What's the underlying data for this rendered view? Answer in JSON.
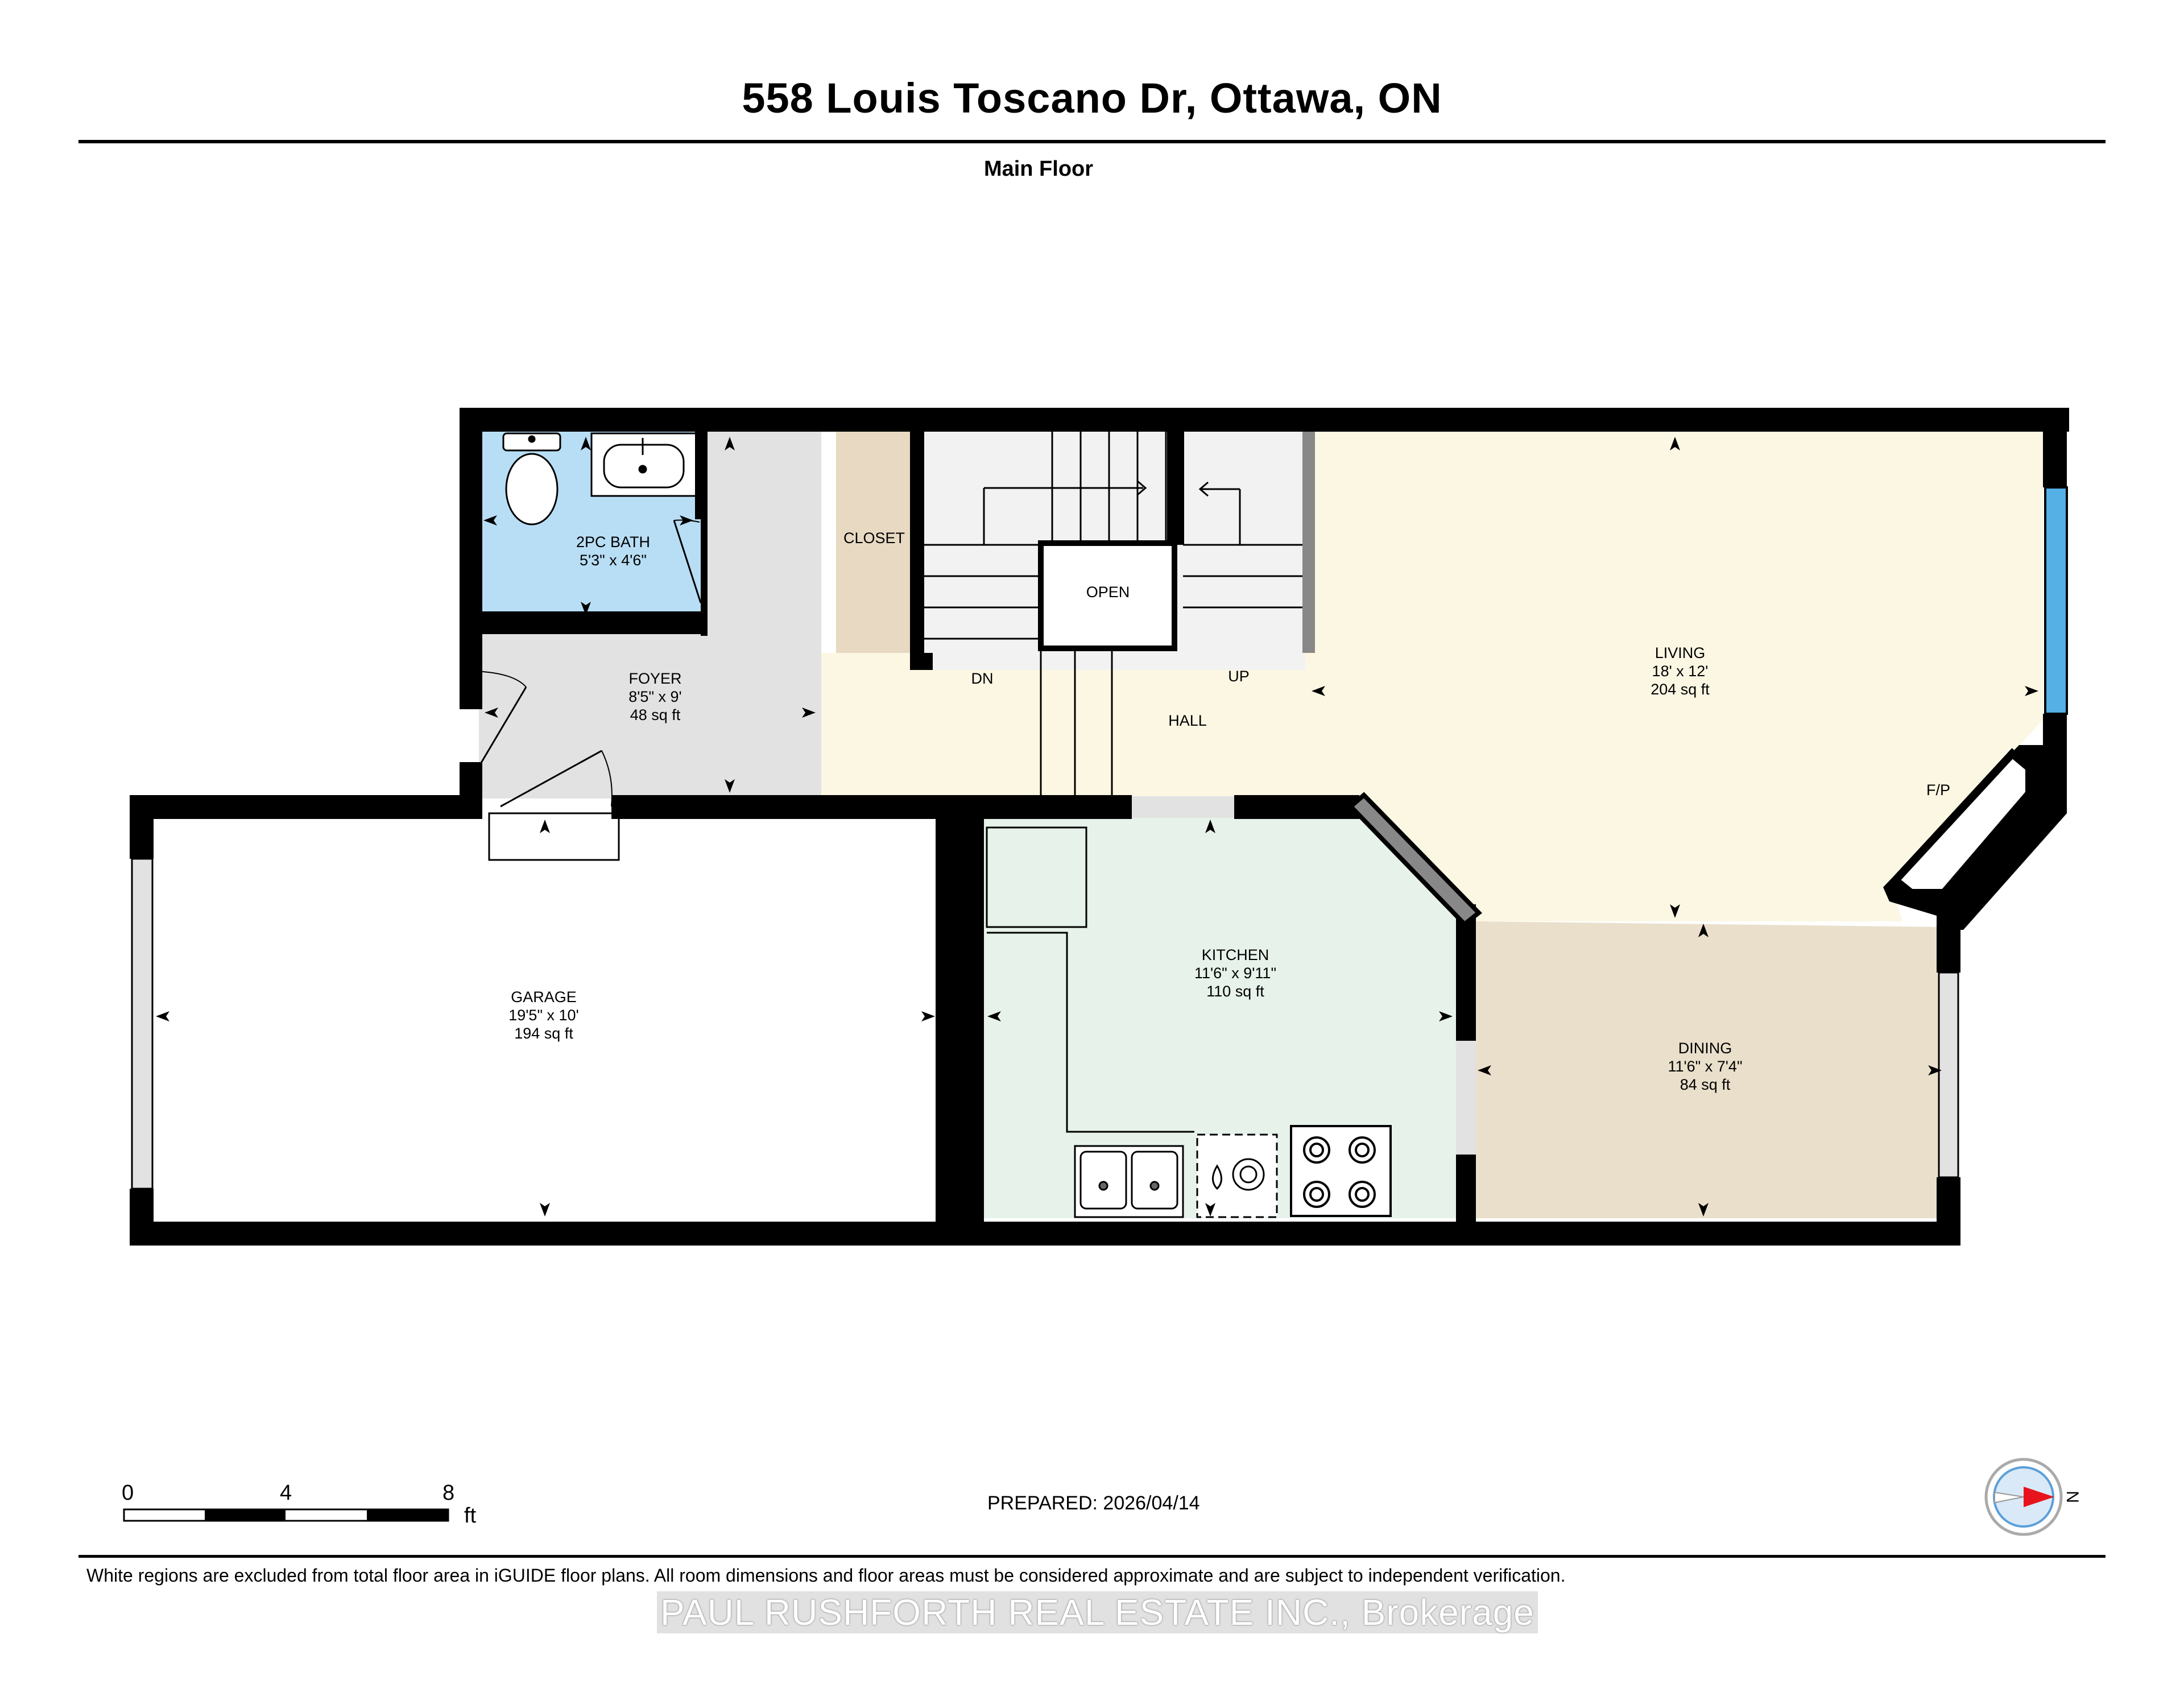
{
  "header": {
    "address": "558 Louis Toscano Dr, Ottawa, ON",
    "floor_name": "Main Floor"
  },
  "rooms": {
    "bath": {
      "name": "2PC BATH",
      "dims": "5'3\" x 4'6\""
    },
    "closet": {
      "name": "CLOSET"
    },
    "open": {
      "name": "OPEN"
    },
    "foyer": {
      "name": "FOYER",
      "dims": "8'5\" x 9'",
      "area": "48 sq ft"
    },
    "dn": {
      "name": "DN"
    },
    "up": {
      "name": "UP"
    },
    "hall": {
      "name": "HALL"
    },
    "living": {
      "name": "LIVING",
      "dims": "18' x 12'",
      "area": "204 sq ft"
    },
    "fp": {
      "name": "F/P"
    },
    "garage": {
      "name": "GARAGE",
      "dims": "19'5\" x 10'",
      "area": "194 sq ft"
    },
    "kitchen": {
      "name": "KITCHEN",
      "dims": "11'6\" x 9'11\"",
      "area": "110 sq ft"
    },
    "dining": {
      "name": "DINING",
      "dims": "11'6\" x 7'4\"",
      "area": "84 sq ft"
    }
  },
  "colors": {
    "bath": "#b8def5",
    "foyer": "#e2e2e2",
    "closet": "#e8d9c2",
    "hall": "#fcf7e3",
    "living": "#fcf7e3",
    "kitchen": "#e6f2ea",
    "dining": "#e9dfcb",
    "window_blue": "#55b0e6",
    "wall": "#000000",
    "compass_needle": "#e8141c",
    "compass_ring": "#5b9fd8"
  },
  "scale_bar": {
    "ticks": [
      "0",
      "4",
      "8"
    ],
    "unit": "ft"
  },
  "compass": {
    "label": "N"
  },
  "footer": {
    "prepared": "PREPARED: 2026/04/14",
    "disclaimer": "White regions are excluded from total floor area in iGUIDE floor plans. All room dimensions and floor areas must be considered approximate and are subject to independent verification.",
    "watermark": "PAUL RUSHFORTH REAL ESTATE INC., Brokerage"
  }
}
